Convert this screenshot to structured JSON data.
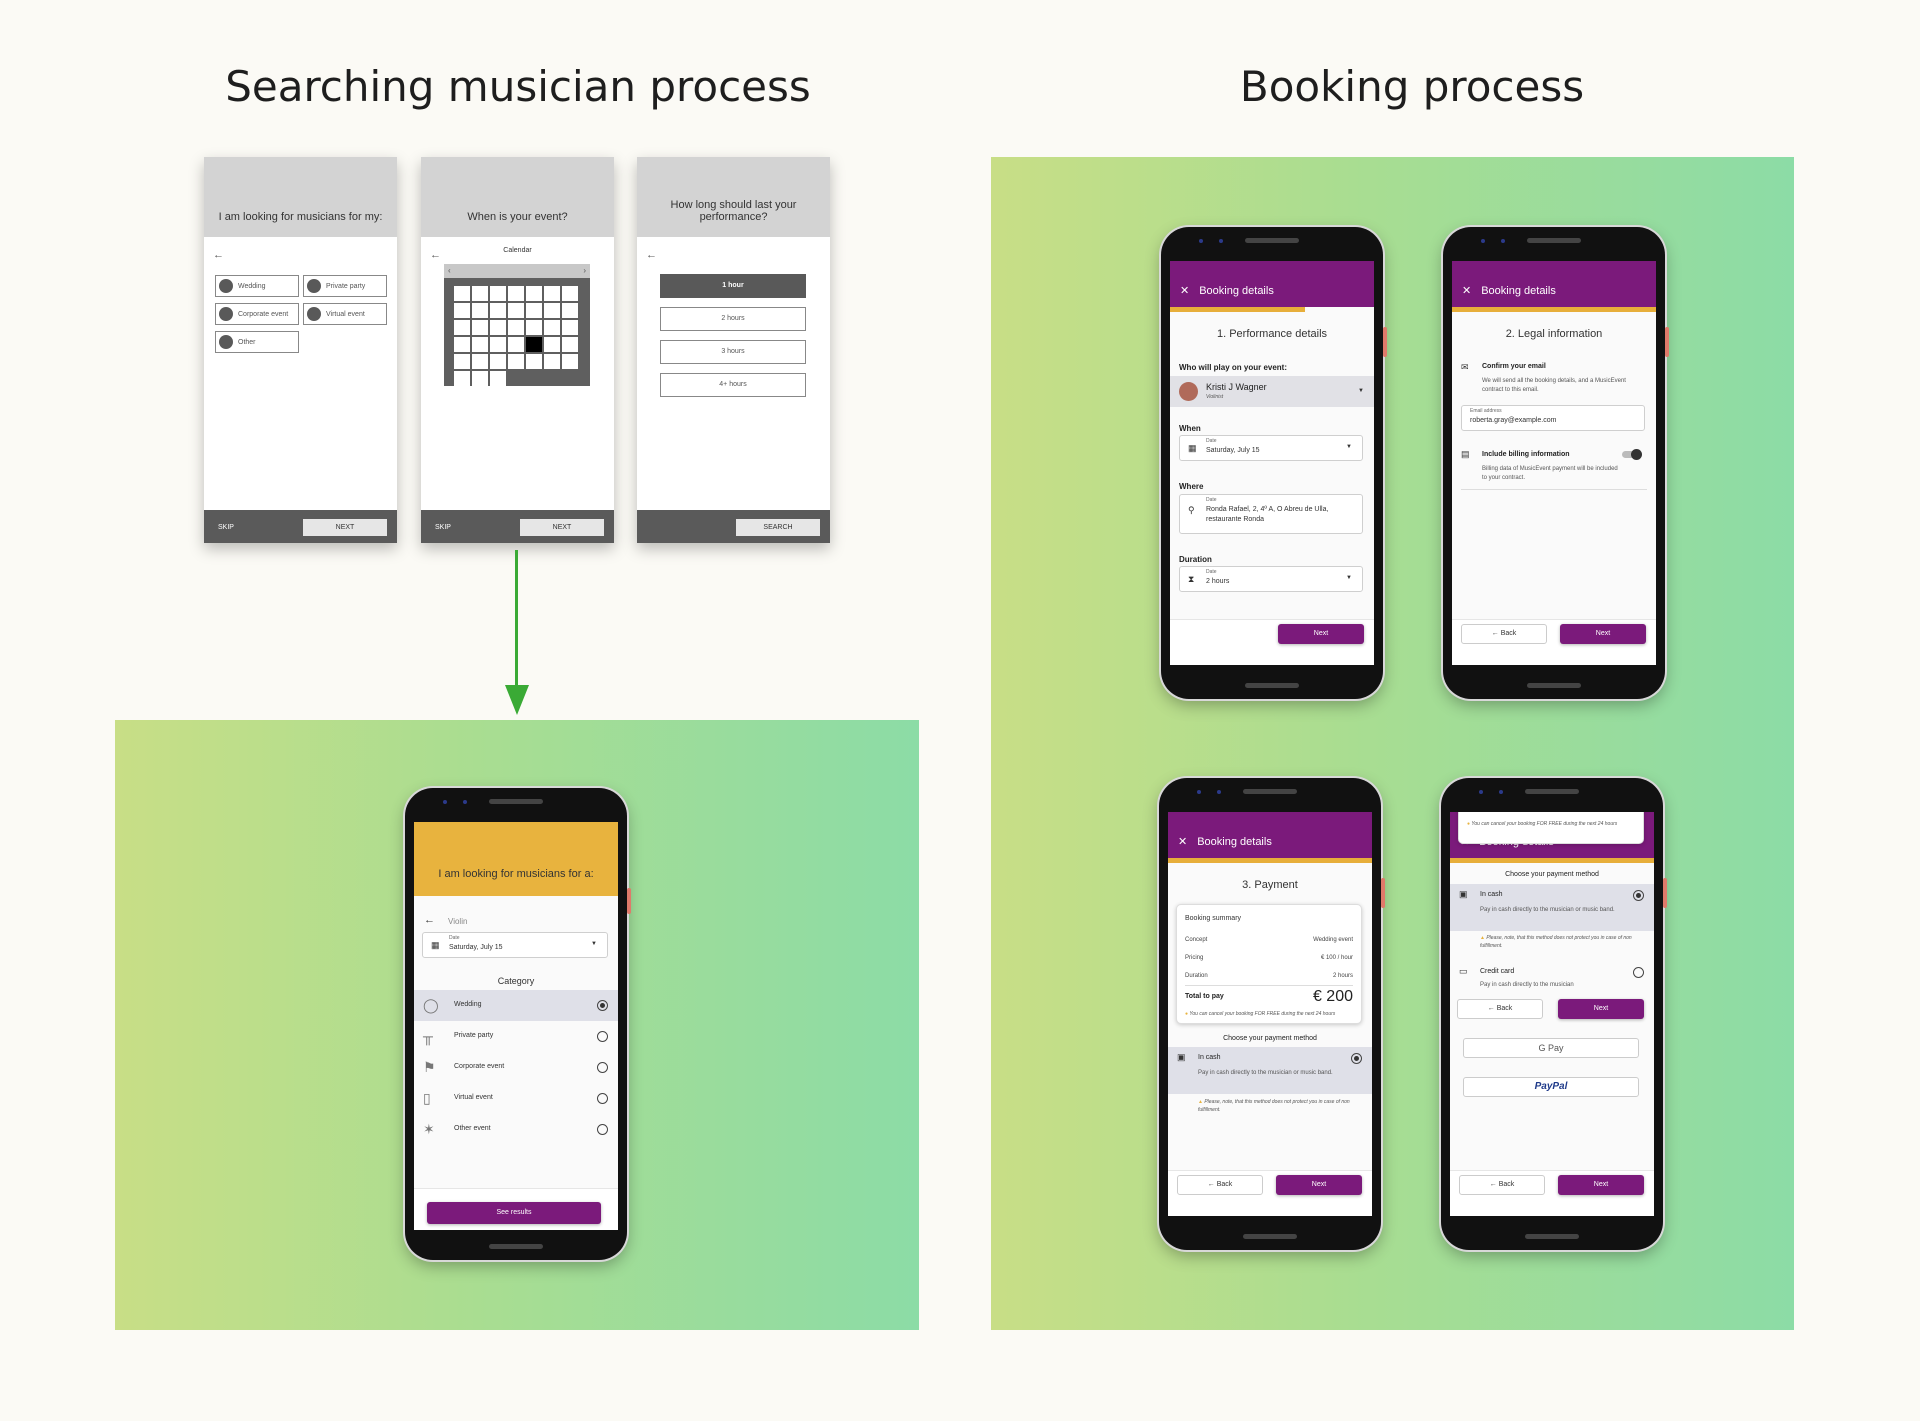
{
  "titles": {
    "left": "Searching musician process",
    "right": "Booking process"
  },
  "wireframes": {
    "w1": {
      "header": "I am looking for musicians for my:",
      "back": "←",
      "options": [
        "Wedding",
        "Private party",
        "Corporate event",
        "Virtual event",
        "Other"
      ],
      "skip": "SKIP",
      "next": "NEXT"
    },
    "w2": {
      "header": "When is your event?",
      "back": "←",
      "calendar_title": "Calendar",
      "prev": "‹",
      "nextmonth": "›",
      "skip": "SKIP",
      "next": "NEXT"
    },
    "w3": {
      "header": "How long should last your performance?",
      "back": "←",
      "durations": [
        "1 hour",
        "2 hours",
        "3 hours",
        "4+ hours"
      ],
      "search": "SEARCH"
    }
  },
  "search_phone": {
    "header": "I am looking for musicians for a:",
    "back": "←",
    "search_value": "Violin",
    "date_label": "Date",
    "date_value": "Saturday, July 15",
    "category_title": "Category",
    "categories": [
      "Wedding",
      "Private party",
      "Corporate event",
      "Virtual event",
      "Other event"
    ],
    "see_results": "See results"
  },
  "booking": {
    "bar_title": "Booking details",
    "close": "✕",
    "b1": {
      "step": "1. Performance details",
      "who_label": "Who will play on your event:",
      "musician_name": "Kristi J Wagner",
      "musician_role": "Violinist",
      "when_label": "When",
      "when_small": "Date",
      "when_value": "Saturday, July 15",
      "where_label": "Where",
      "where_small": "Date",
      "where_value": "Ronda Rafael, 2, 4º A, O Abreu de Ulla, restaurante Ronda",
      "duration_label": "Duration",
      "duration_small": "Date",
      "duration_value": "2 hours",
      "next": "Next"
    },
    "b2": {
      "step": "2. Legal information",
      "confirm_title": "Confirm your email",
      "confirm_text": "We will send all the booking details, and a MusicEvent contract to this email.",
      "email_small": "Email address",
      "email_value": "roberta.gray@example.com",
      "billing_title": "Include billing information",
      "billing_text": "Billing data of MusicEvent payment will be included to your contract.",
      "back": "Back",
      "next": "Next"
    },
    "b3": {
      "step": "3. Payment",
      "summary_title": "Booking summary",
      "rows": [
        {
          "k": "Concept",
          "v": "Wedding event"
        },
        {
          "k": "Pricing",
          "v": "€ 100 / hour"
        },
        {
          "k": "Duration",
          "v": "2 hours"
        }
      ],
      "total_label": "Total to pay",
      "total_value": "€ 200",
      "cancel_note": "You can cancel your booking FOR FREE during the next 24 hours",
      "choose_title": "Choose your payment method",
      "cash_title": "In cash",
      "cash_text": "Pay in cash directly to the musician or music band.",
      "warning": "Please, note, that this method does not protect you in case of non fulfillment.",
      "back": "Back",
      "next": "Next"
    },
    "b4": {
      "cancel_note": "You can cancel your booking FOR FREE during the next 24 hours",
      "choose_title": "Choose your payment method",
      "cash_title": "In cash",
      "cash_text": "Pay in cash directly to the musician or music band.",
      "warning": "Please, note, that this method does not protect you in case of non fulfillment.",
      "card_title": "Credit card",
      "card_text": "Pay in cash directly to the musician",
      "back": "Back",
      "next": "Next",
      "gpay": "G Pay",
      "paypal": "PayPal",
      "back2": "Back",
      "next2": "Next"
    }
  },
  "colors": {
    "purple": "#7b1a7b",
    "orange": "#e8b33e",
    "arrow": "#3aaa35"
  }
}
